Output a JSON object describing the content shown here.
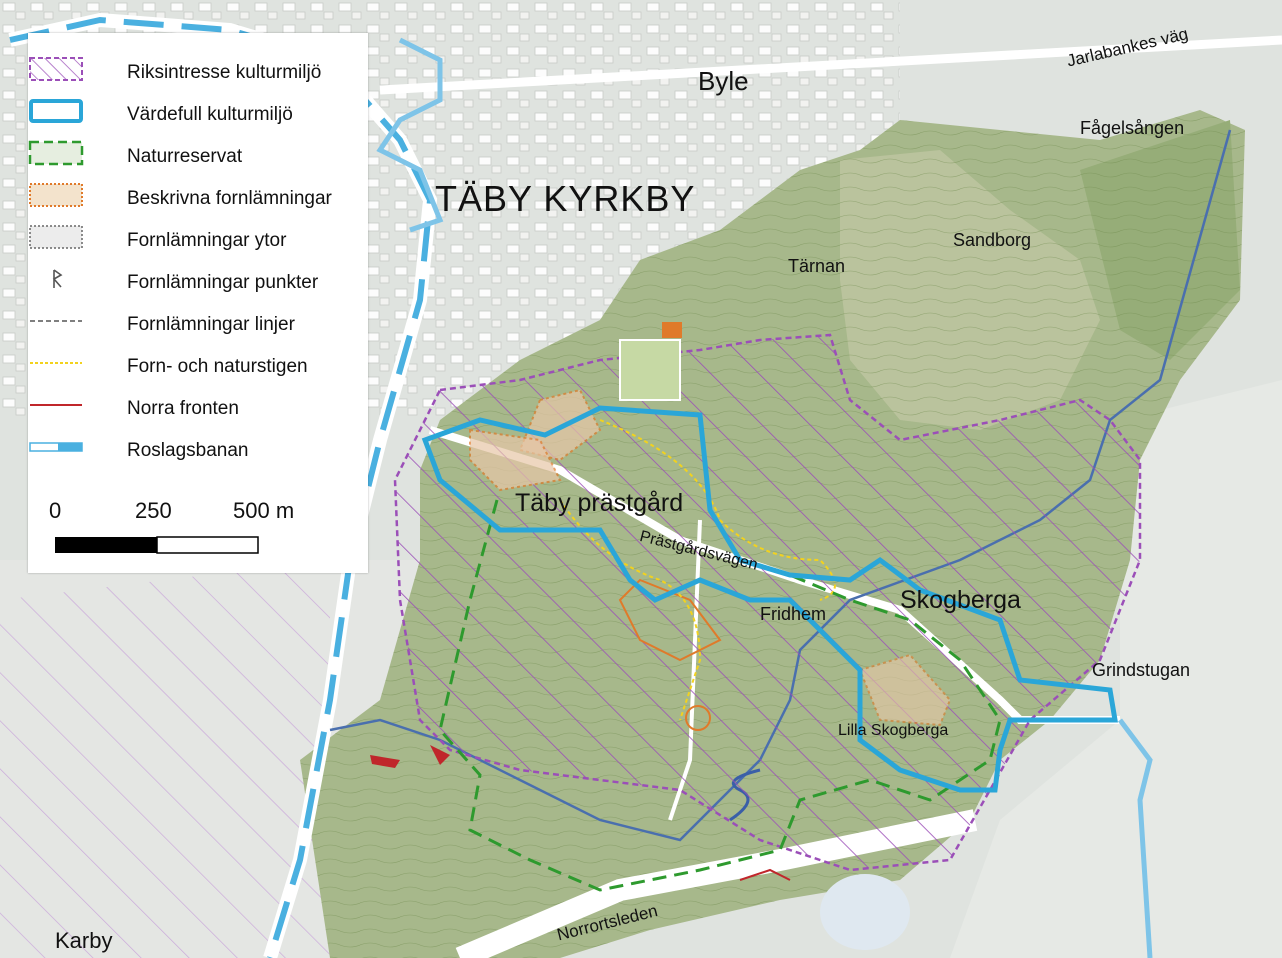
{
  "legend": {
    "items": [
      {
        "label": "Riksintresse kulturmiljö",
        "symbol": "purple-dashed-hatched-area"
      },
      {
        "label": "Värdefull kulturmiljö",
        "symbol": "blue-outline-area"
      },
      {
        "label": "Naturreservat",
        "symbol": "green-dashed-area"
      },
      {
        "label": "Beskrivna fornlämningar",
        "symbol": "orange-dotted-area"
      },
      {
        "label": "Fornlämningar ytor",
        "symbol": "grey-dotted-area"
      },
      {
        "label": "Fornlämningar punkter",
        "symbol": "rune-r-icon"
      },
      {
        "label": "Fornlämningar linjer",
        "symbol": "grey-dashed-line"
      },
      {
        "label": "Forn- och naturstigen",
        "symbol": "yellow-dotted-line"
      },
      {
        "label": "Norra fronten",
        "symbol": "red-line"
      },
      {
        "label": "Roslagsbanan",
        "symbol": "railway-line"
      }
    ],
    "scale": {
      "labels": [
        "0",
        "250",
        "500 m"
      ]
    }
  },
  "places": {
    "byle": "Byle",
    "taby_kyrkby": "TÄBY KYRKBY",
    "jarlabankes_vag": "Jarlabankes väg",
    "fagelsangen": "Fågelsången",
    "sandborg": "Sandborg",
    "tarnan": "Tärnan",
    "taby_prastgard": "Täby prästgård",
    "prastgardsvagen": "Prästgårdsvägen",
    "fridhem": "Fridhem",
    "skogberga": "Skogberga",
    "grindstugan": "Grindstugan",
    "lilla_skogberga": "Lilla Skogberga",
    "norrortsleden": "Norrortsleden",
    "karby": "Karby"
  },
  "colors": {
    "riksintresse": "#9b4fb8",
    "vardefull": "#2aa6d8",
    "naturreservat": "#2e9a2e",
    "fornlamning_orange": "#e07a2a",
    "fornstig": "#f2d21e",
    "norra_fronten": "#c0262b",
    "roslagsbanan": "#4ab0e0",
    "stream": "#4a6fae",
    "forest": "#8aa064",
    "urban": "#d9dcd8"
  }
}
